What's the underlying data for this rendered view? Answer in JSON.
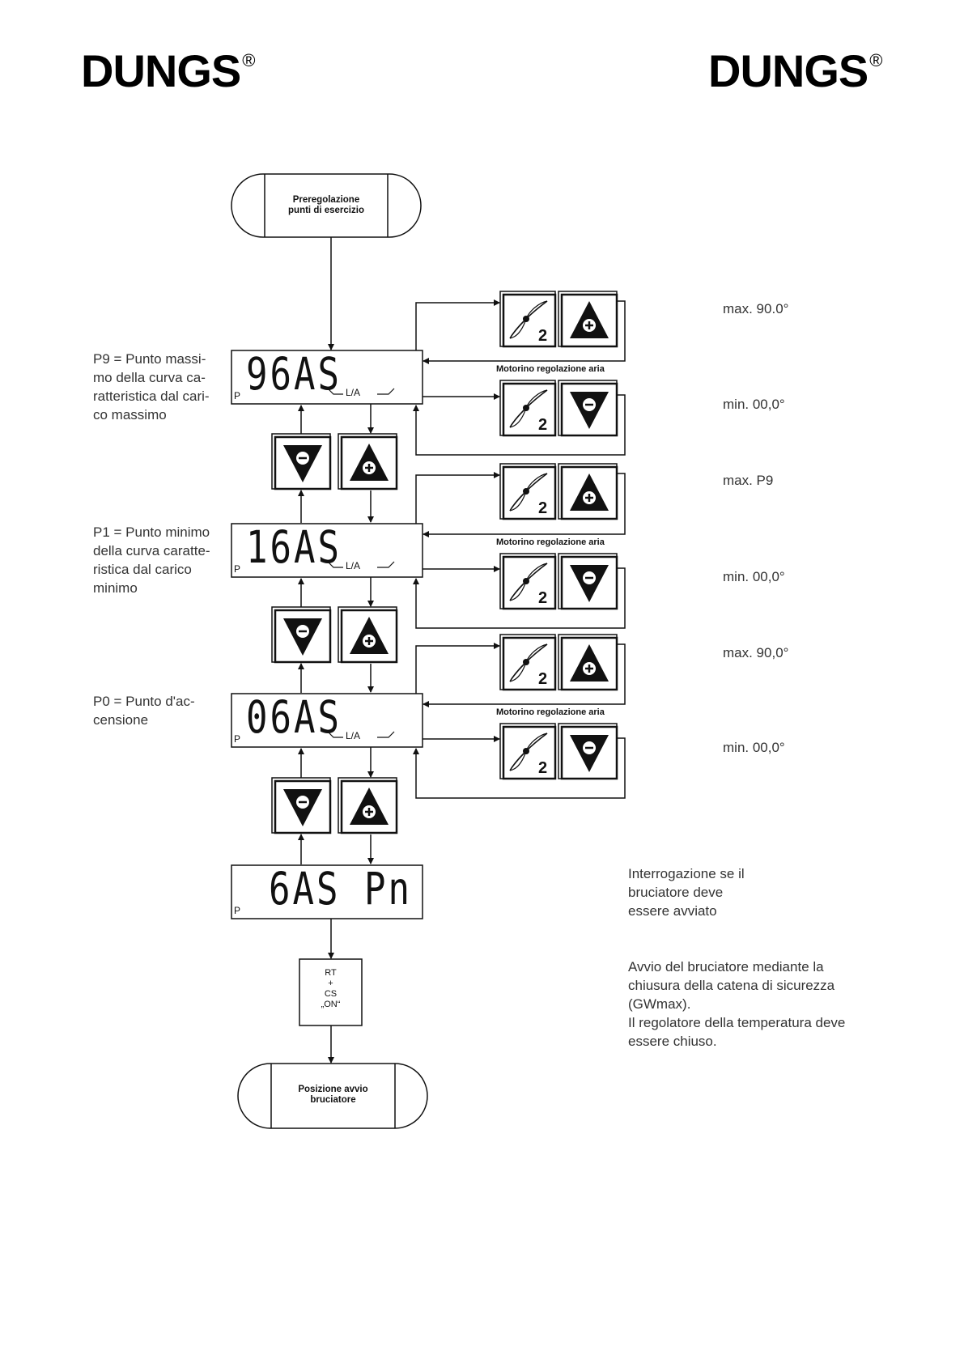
{
  "header": {
    "logo_left": "DUNGS",
    "logo_right": "DUNGS",
    "registered_mark": "®"
  },
  "start_terminal": {
    "line1": "Preregolazione",
    "line2": "punti di esercizio"
  },
  "end_terminal": {
    "line1": "Posizione avvio",
    "line2": "bruciatore"
  },
  "displays": [
    {
      "code": "96AS",
      "p_label": "P",
      "unit": "L/A"
    },
    {
      "code": "16AS",
      "p_label": "P",
      "unit": "L/A"
    },
    {
      "code": "06AS",
      "p_label": "P",
      "unit": "L/A"
    },
    {
      "code": "6AS Pn",
      "p_label": "P"
    }
  ],
  "descriptions": {
    "p9": [
      "P9 = Punto massi-",
      "mo della curva ca-",
      "ratteristica dal cari-",
      "co massimo"
    ],
    "p1": [
      "P1 = Punto minimo",
      "della curva caratte-",
      "ristica dal carico",
      "minimo"
    ],
    "p0": [
      "P0 = Punto d'ac-",
      "censione"
    ]
  },
  "motor": {
    "label": "Motorino regolazione aria",
    "number": "2"
  },
  "ranges": {
    "p9_max": "max. 90.0°",
    "p9_min": "min. 00,0°",
    "p1_max": "max. P9",
    "p1_min": "min. 00,0°",
    "p0_max": "max. 90,0°",
    "p0_min": "min. 00,0°"
  },
  "condition_box": {
    "line1": "RT",
    "line2": "+",
    "line3": "CS",
    "line4": "„ON“"
  },
  "side_notes": {
    "query": [
      "Interrogazione se il",
      "bruciatore deve",
      "essere avviato"
    ],
    "start": [
      "Avvio del bruciatore mediante la",
      "chiusura della catena di sicurezza",
      "(GWmax).",
      "Il regolatore della temperatura deve",
      "essere chiuso."
    ]
  },
  "symbols": {
    "plus": "+",
    "minus": "−"
  }
}
